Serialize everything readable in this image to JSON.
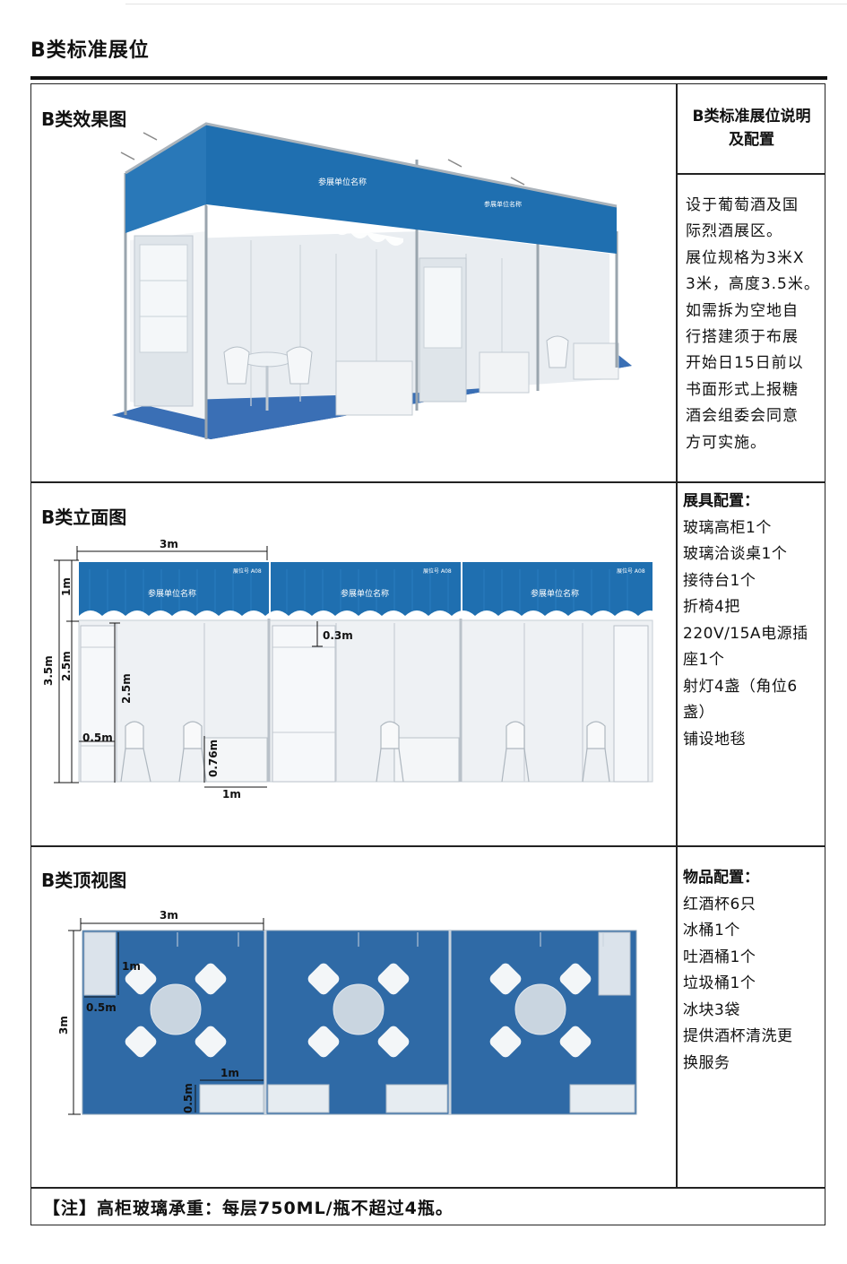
{
  "page_title": "B类标准展位",
  "sections": {
    "effect": {
      "label": "B类效果图"
    },
    "elevation": {
      "label": "B类立面图"
    },
    "top_view": {
      "label": "B类顶视图"
    }
  },
  "sidebar": {
    "header": "B类标准展位说明\n及配置",
    "description": "设于葡萄酒及国\n际烈酒展区。\n展位规格为3米X\n3米，高度3.5米。\n如需拆为空地自\n行搭建须于布展\n开始日15日前以\n书面形式上报糖\n酒会组委会同意\n方可实施。",
    "equipment": {
      "title": "展具配置：",
      "items": [
        "玻璃高柜1个",
        "玻璃洽谈桌1个",
        "接待台1个",
        "折椅4把",
        "220V/15A电源插",
        "座1个",
        "射灯4盏（角位6",
        "盏）",
        "铺设地毯"
      ]
    },
    "goods": {
      "title": "物品配置：",
      "items": [
        "红酒杯6只",
        "冰桶1个",
        "吐酒桶1个",
        "垃圾桶1个",
        "冰块3袋",
        "提供酒杯清洗更",
        "换服务"
      ]
    }
  },
  "fascia": {
    "company_name": "参展单位名称",
    "booth_no": "展位号 A08"
  },
  "elevation_dims": {
    "width": "3m",
    "total_height": "3.5m",
    "fascia": "1m",
    "wall": "2.5m",
    "wall_inner": "2.5m",
    "shelf": "0.3m",
    "cabinet_width": "0.5m",
    "counter_height": "0.76m",
    "counter_width": "1m"
  },
  "top_dims": {
    "width": "3m",
    "depth": "3m",
    "cabinet_depth": "1m",
    "cabinet_width": "0.5m",
    "counter_width": "1m",
    "counter_depth": "0.5m"
  },
  "note": "【注】高柜玻璃承重：每层750ML/瓶不超过4瓶。",
  "colors": {
    "booth_blue": "#1f6fb0",
    "carpet_blue": "#2f6aa6",
    "frame": "#222222"
  }
}
